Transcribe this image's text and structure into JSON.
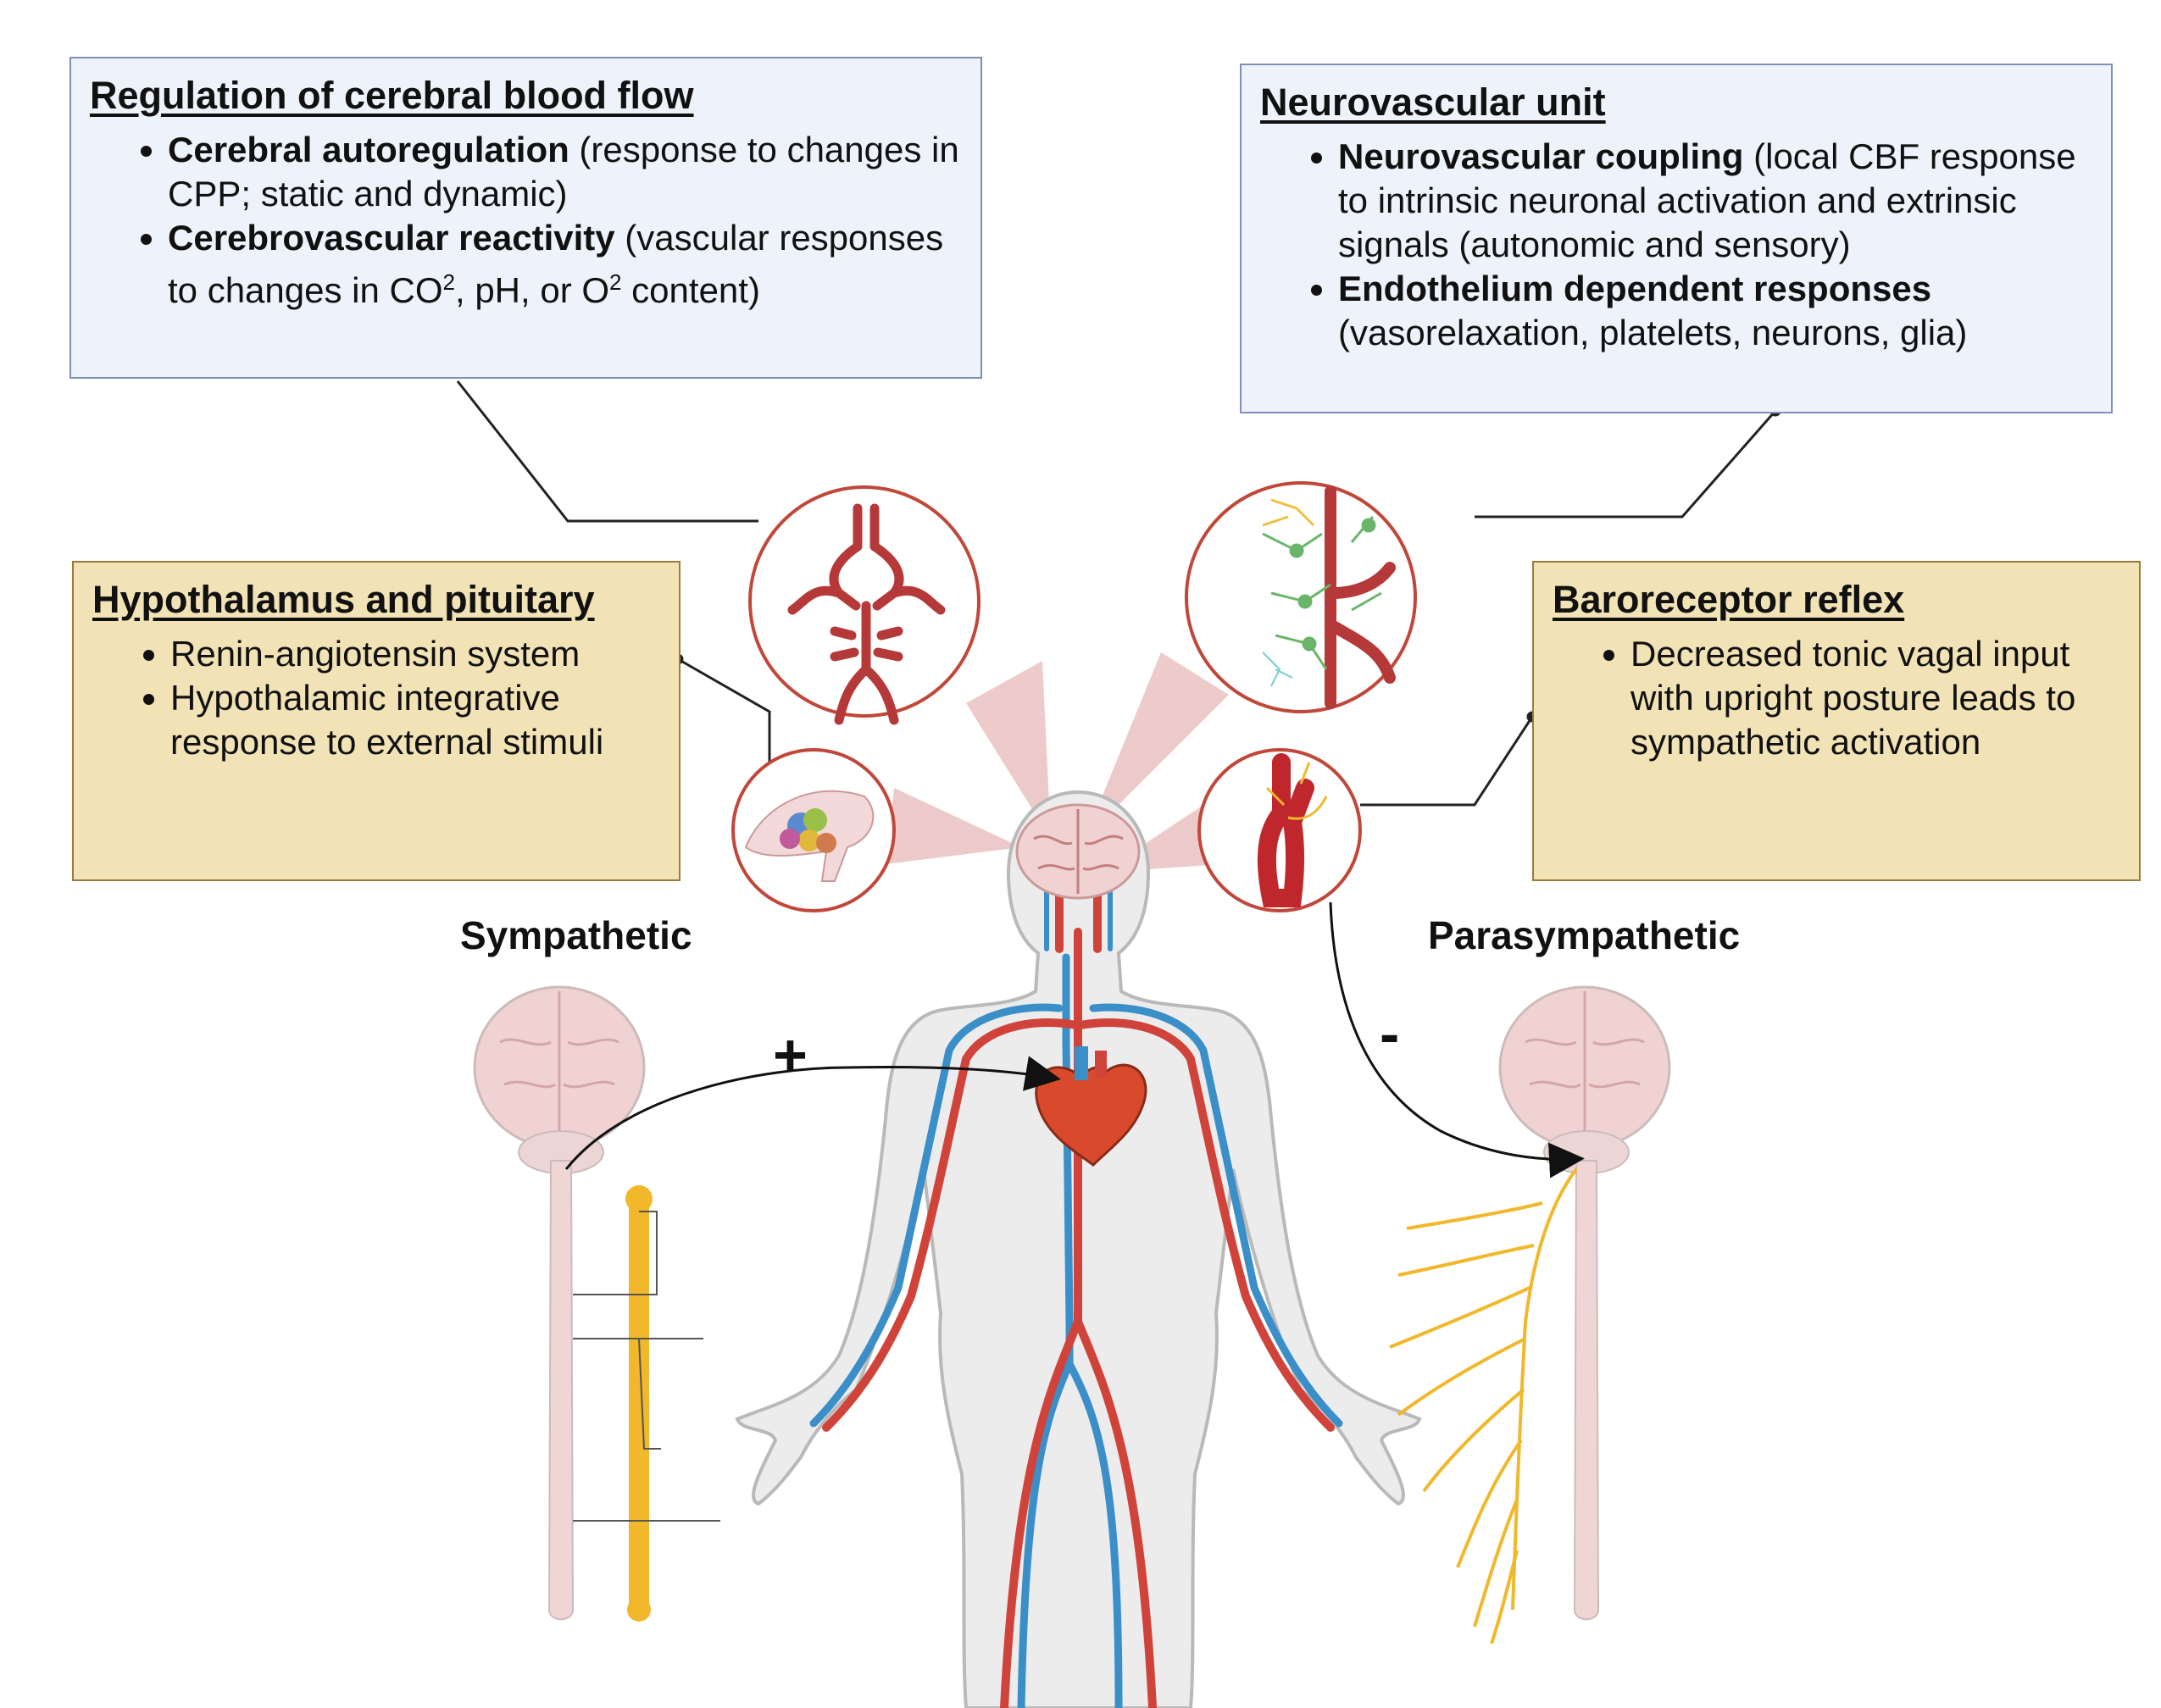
{
  "boxes": {
    "cbf": {
      "title": "Regulation of cerebral blood flow",
      "items": [
        {
          "bold": "Cerebral autoregulation",
          "text": " (response  to changes in CPP; static and dynamic)"
        },
        {
          "bold": "Cerebrovascular reactivity",
          "text": " (vascular responses to changes in CO",
          "sup1": "2",
          "text2": ", pH, or O",
          "sup2": "2",
          "text3": " content)"
        }
      ]
    },
    "nvu": {
      "title": "Neurovascular unit",
      "items": [
        {
          "bold": "Neurovascular coupling",
          "text": " (local CBF response to  intrinsic neuronal activation and extrinsic signals (autonomic and sensory)"
        },
        {
          "bold": "Endothelium dependent responses",
          "text": " (vasorelaxation, platelets, neurons, glia)"
        }
      ]
    },
    "hypo": {
      "title": "Hypothalamus and pituitary",
      "items": [
        "Renin-angiotensin system",
        "Hypothalamic integrative response to external stimuli"
      ]
    },
    "baro": {
      "title": "Baroreceptor reflex",
      "items": [
        "Decreased tonic vagal input with upright posture leads to sympathetic activation"
      ]
    }
  },
  "labels": {
    "sympathetic": "Sympathetic",
    "parasympathetic": "Parasympathetic",
    "plus": "+",
    "minus": "-"
  },
  "colors": {
    "artery": "#d0433a",
    "vein": "#3a8fc8",
    "nerve": "#f0b82a",
    "brain": "#f0d2d2",
    "circle_border": "#c0473a",
    "blue_box": "#eef2fa",
    "tan_box": "#f2e3b6"
  }
}
